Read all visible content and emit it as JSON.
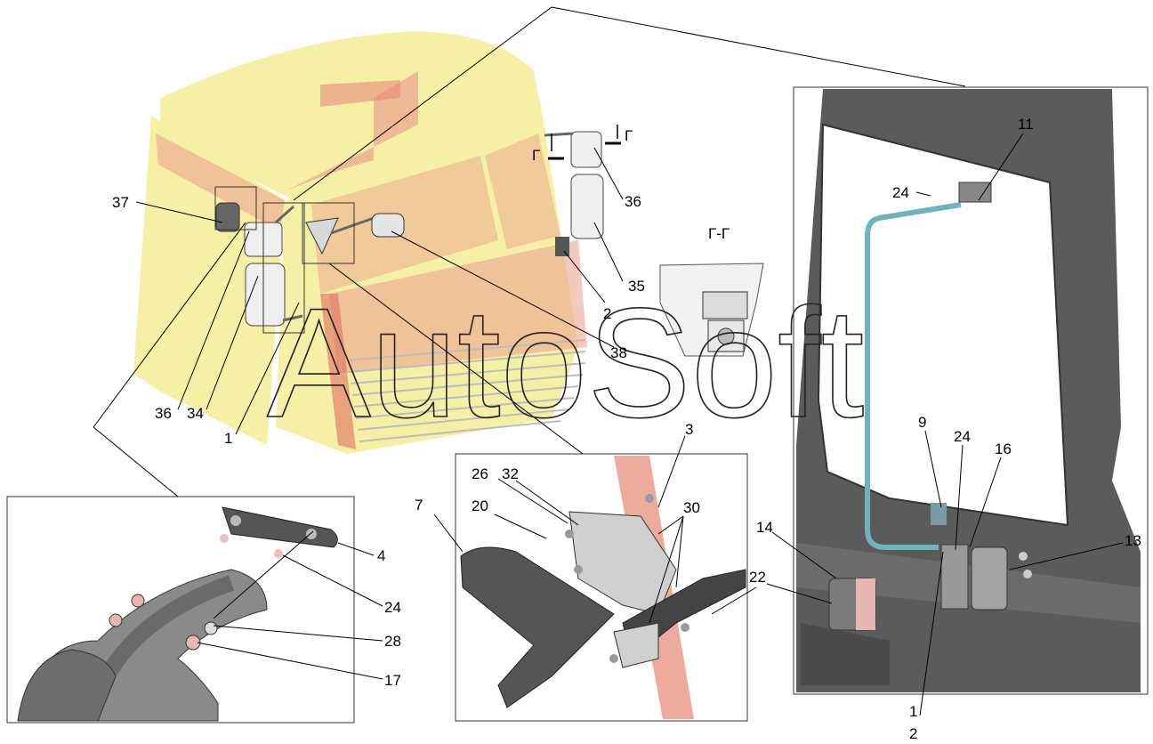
{
  "section_title": "Г-Г",
  "section_marks": [
    "Г",
    "Г"
  ],
  "watermark": "AutoSoft",
  "callouts": {
    "main": [
      "37",
      "36",
      "35",
      "2",
      "38",
      "36",
      "34",
      "1"
    ],
    "door": [
      "11",
      "24",
      "9",
      "24",
      "16",
      "13",
      "14",
      "22",
      "1",
      "2"
    ],
    "bracket": [
      "3",
      "26",
      "32",
      "20",
      "30",
      "7",
      "22"
    ],
    "mount": [
      "4",
      "24",
      "28",
      "17"
    ]
  },
  "colors": {
    "cab_yellow": "#f6f0a6",
    "cab_red": "#ea9c8c",
    "door_dark": "#5b5b5b",
    "rod_blue": "#6fb2c0",
    "frame_grey": "#333333"
  }
}
